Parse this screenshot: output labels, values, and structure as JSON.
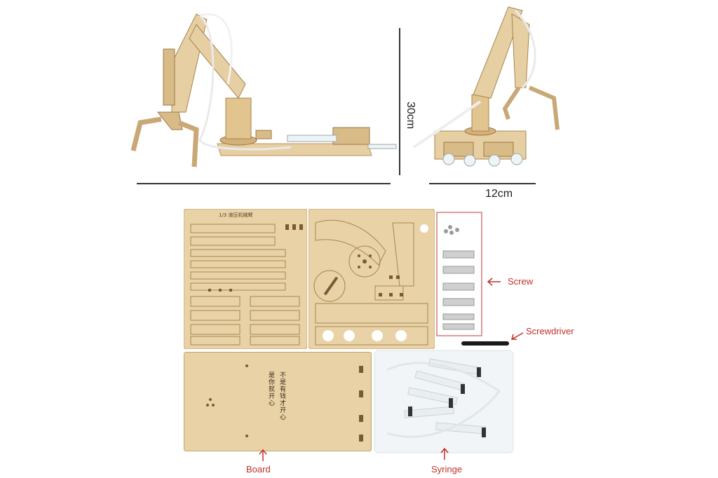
{
  "dimensions": {
    "height_label": "30cm",
    "width_label": "12cm"
  },
  "callouts": {
    "screw": "Screw",
    "screwdriver": "Screwdriver",
    "board": "Board",
    "syringe": "Syringe"
  },
  "sheet_labels": {
    "sheet1_tag": "1/3 液压机械臂"
  },
  "board_text": {
    "line1": "不是有钱才开心",
    "line2": "是你就开心"
  },
  "colors": {
    "wood": "#e6cfa3",
    "wood_dark": "#c9a877",
    "callout_red": "#c0302a",
    "dim_line": "#333333"
  }
}
